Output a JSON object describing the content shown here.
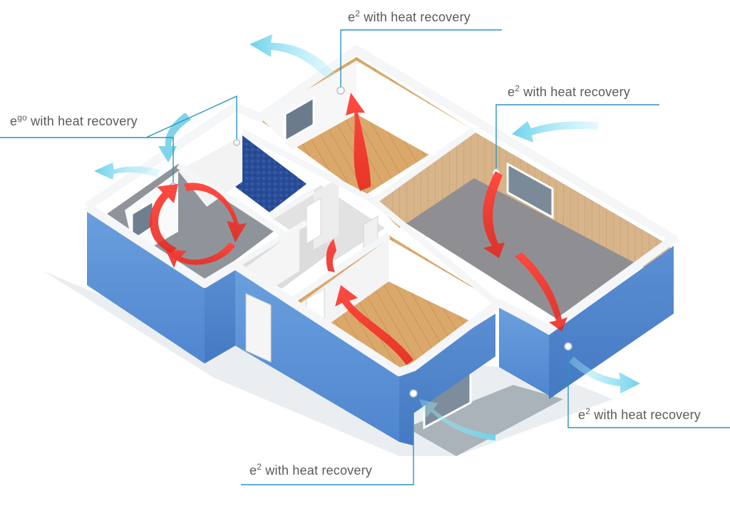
{
  "diagram": {
    "callouts": [
      {
        "id": "top",
        "prefix": "e",
        "sup": "2",
        "text": "with heat recovery"
      },
      {
        "id": "left",
        "prefix": "e",
        "sup": "go",
        "text": "with heat recovery"
      },
      {
        "id": "right-upper",
        "prefix": "e",
        "sup": "2",
        "text": "with heat recovery"
      },
      {
        "id": "right-lower",
        "prefix": "e",
        "sup": "2",
        "text": "with heat recovery"
      },
      {
        "id": "bottom",
        "prefix": "e",
        "sup": "2",
        "text": "with heat recovery"
      }
    ],
    "colors": {
      "wall_exterior": "#5b93d6",
      "wall_top": "#f4f6f8",
      "leader_line": "#2a94c4",
      "warm_flow": "#f03a32",
      "fresh_flow": "#7fd8ee",
      "wood_floor": "#d9a66a",
      "carpet_floor": "#9c9c9c",
      "pool_tile": "#2b4f9c"
    }
  }
}
